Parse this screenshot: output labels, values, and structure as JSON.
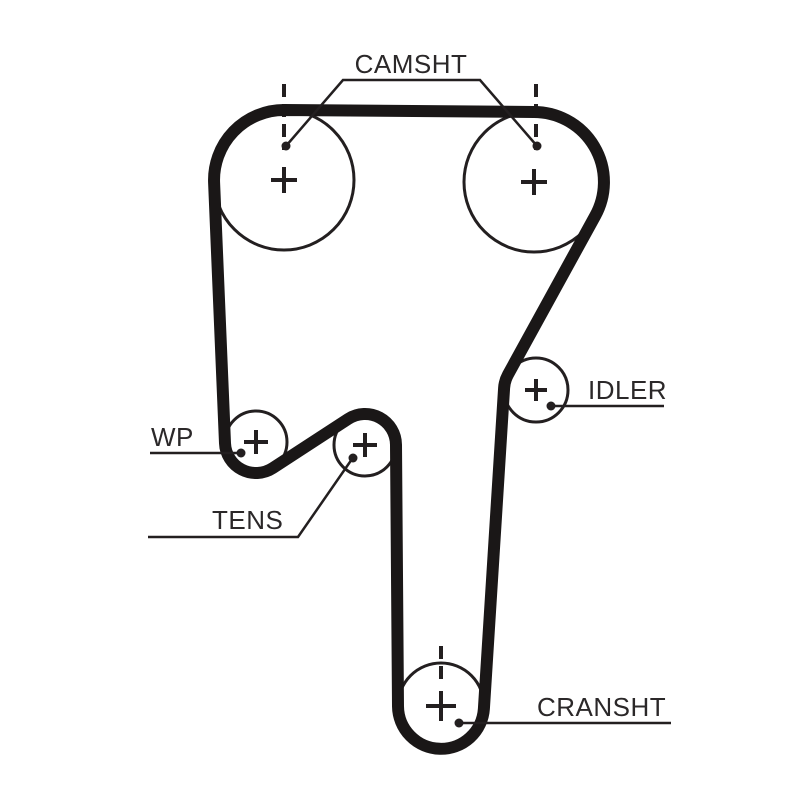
{
  "diagram": {
    "type": "timing-belt-routing",
    "labels": {
      "camshaft": "CAMSHT",
      "water_pump": "WP",
      "tensioner": "TENS",
      "idler": "IDLER",
      "crankshaft": "CRANSHT"
    }
  },
  "colors": {
    "background": "#ffffff",
    "line": "#231f20",
    "belt": "#1a1717",
    "text": "#2b2829"
  }
}
